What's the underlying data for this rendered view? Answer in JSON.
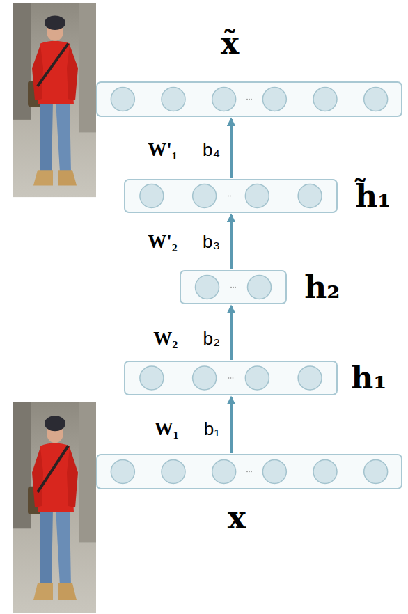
{
  "diagram": {
    "nodes": [
      {
        "text": [
          "x̃"
        ]
      },
      {
        "text": [
          "h̃₁"
        ]
      },
      {
        "text": [
          "h₂"
        ]
      },
      {
        "text": [
          "h₁"
        ]
      },
      {
        "text": [
          "x"
        ]
      }
    ],
    "edges": [
      {
        "from": 4,
        "to": 3,
        "arrow": "to",
        "label": "W₁ b₁"
      },
      {
        "from": 3,
        "to": 2,
        "arrow": "to",
        "label": "W₂ b₂"
      },
      {
        "from": 2,
        "to": 1,
        "arrow": "to",
        "label": "W'₂ b₃"
      },
      {
        "from": 1,
        "to": 0,
        "arrow": "to",
        "label": "W'₁ b₄"
      }
    ]
  }
}
